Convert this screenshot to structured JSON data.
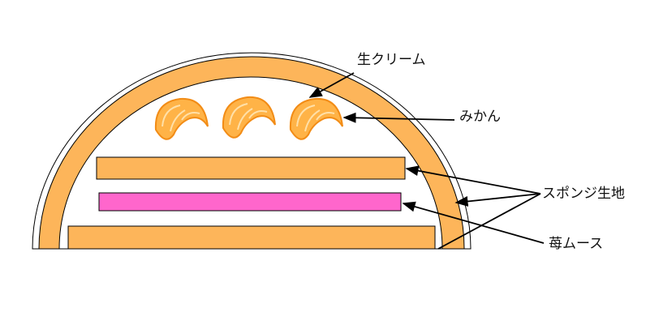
{
  "labels": {
    "cream": "生クリーム",
    "mikan": "みかん",
    "sponge": "スポンジ生地",
    "mousse": "苺ムース"
  },
  "colors": {
    "sponge": "#FDB55A",
    "mousse": "#FF66CC",
    "cream": "#FFFFFF",
    "orange_light": "#FFB347",
    "orange_dark": "#F28C16",
    "line": "#000000"
  }
}
